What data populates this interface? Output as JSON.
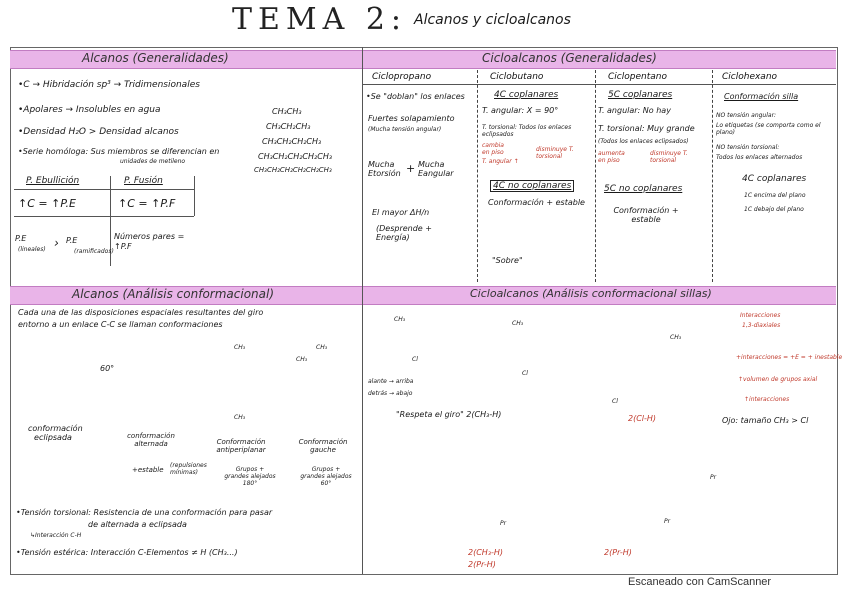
{
  "title": {
    "main": "TEMA 2:",
    "sub": "Alcanos y cicloalcanos"
  },
  "sections": {
    "alcanos_gen": "Alcanos (Generalidades)",
    "ciclo_gen": "Cicloalcanos (Generalidades)",
    "alcanos_conf": "Alcanos (Análisis conformacional)",
    "ciclo_conf": "Cicloalcanos (Análisis conformacional sillas)"
  },
  "alcanos_gen": {
    "l1": "•C → Hibridación sp³ → Tridimensionales",
    "l2": "•Apolares → Insolubles en agua",
    "l3": "•Densidad H₂O > Densidad alcanos",
    "l4": "•Serie homóloga: Sus miembros se diferencian en",
    "l4b": "unidades de metileno",
    "formulas": [
      "CH₃CH₃",
      "CH₃CH₂CH₃",
      "CH₃CH₂CH₂CH₃",
      "CH₃CH₂CH₂CH₂CH₃",
      "CH₃CH₂CH₂CH₂CH₂CH₃"
    ],
    "pe_head": "P. Ebullición",
    "pf_head": "P. Fusión",
    "pe_rule": "↑C = ↑P.E",
    "pf_rule": "↑C = ↑P.F",
    "pe_comp_a": "P.E",
    "pe_comp_a_sub": "(lineales)",
    "pe_comp_b": "P.E",
    "pe_comp_b_sub": "(ramificados)",
    "pares": "Números pares = ↑P.F"
  },
  "cols": {
    "c1": "Ciclopropano",
    "c2": "Ciclobutano",
    "c3": "Ciclopentano",
    "c4": "Ciclohexano"
  },
  "ciclopropano": {
    "a": "•Se \"doblan\" los enlaces",
    "b": "Fuertes solapamiento",
    "c": "(Mucha tensión angular)",
    "d": "Mucha Etorsión",
    "e": "Mucha Eangular",
    "f": "El mayor ΔH/n",
    "g": "(Desprende + Energía)"
  },
  "ciclobutano": {
    "a": "4C coplanares",
    "b": "T. angular: X = 90°",
    "c": "T. torsional: Todos los enlaces eclipsados",
    "d": "cambia en piso",
    "e": "T. angular ↑",
    "f": "disminuye T. torsional",
    "g": "4C no coplanares",
    "h": "Conformación + estable",
    "i": "\"Sobre\""
  },
  "ciclopentano": {
    "a": "5C coplanares",
    "b": "T. angular: No hay",
    "c": "T. torsional: Muy grande",
    "d": "(Todos los enlaces eclipsados)",
    "e": "aumenta en piso",
    "f": "disminuye T. torsional",
    "g": "5C no coplanares",
    "h": "Conformación + estable"
  },
  "ciclohexano": {
    "a": "Conformación silla",
    "b": "NO tensión angular:",
    "c": "Lo etiquetas (se comporta como el plano)",
    "d": "NO tensión torsional:",
    "e": "Todos los enlaces alternados",
    "f": "4C coplanares",
    "g": "1C encima del plano",
    "h": "1C debajo del plano"
  },
  "alcanos_conf": {
    "intro1": "Cada una de las disposiciones espaciales resultantes del giro",
    "intro2": "entorno a un enlace C-C se llaman conformaciones",
    "angle": "60°",
    "n1": "conformación eclipsada",
    "n2": "conformación alternada",
    "n3": "Conformación antiperiplanar",
    "n4": "Conformación gauche",
    "estable": "+estable",
    "repulsiones": "(repulsiones mínimas)",
    "grupos1": "Grupos + grandes alejados 180°",
    "grupos2": "Grupos + grandes alejados 60°",
    "tension": "•Tensión torsional: Resistencia de una conformación para pasar",
    "tension2": "de alternada a eclipsada",
    "tension3": "↳Interacción C-H",
    "tension4": "•Tensión estérica: Interacción C-Elementos ≠ H (CH₃...)"
  },
  "ciclo_conf": {
    "ch3": "CH₃",
    "cl": "Cl",
    "arriba": "alante → arriba",
    "abajo": "detrás → abajo",
    "respeta": "\"Respeta el giro\" 2(CH₃-H)",
    "r1": "2(Cl-H)",
    "inter1": "Interacciones",
    "inter2": "1,3-diaxiales",
    "inter3": "+interacciones = +E = + inestable",
    "inter4": "↑volumen de grupos axial",
    "inter5": "↑interacciones",
    "inter6": "Ojo: tamaño CH₃ > Cl",
    "pr": "Pr",
    "r2": "2(CH₃-H)",
    "r3": "2(Pr-H)",
    "r4": "2(Pr-H)"
  },
  "footer": "Escaneado con CamScanner",
  "colors": {
    "band": "#e9b4e8",
    "ink": "#1a1a1a",
    "red": "#c0392b"
  }
}
